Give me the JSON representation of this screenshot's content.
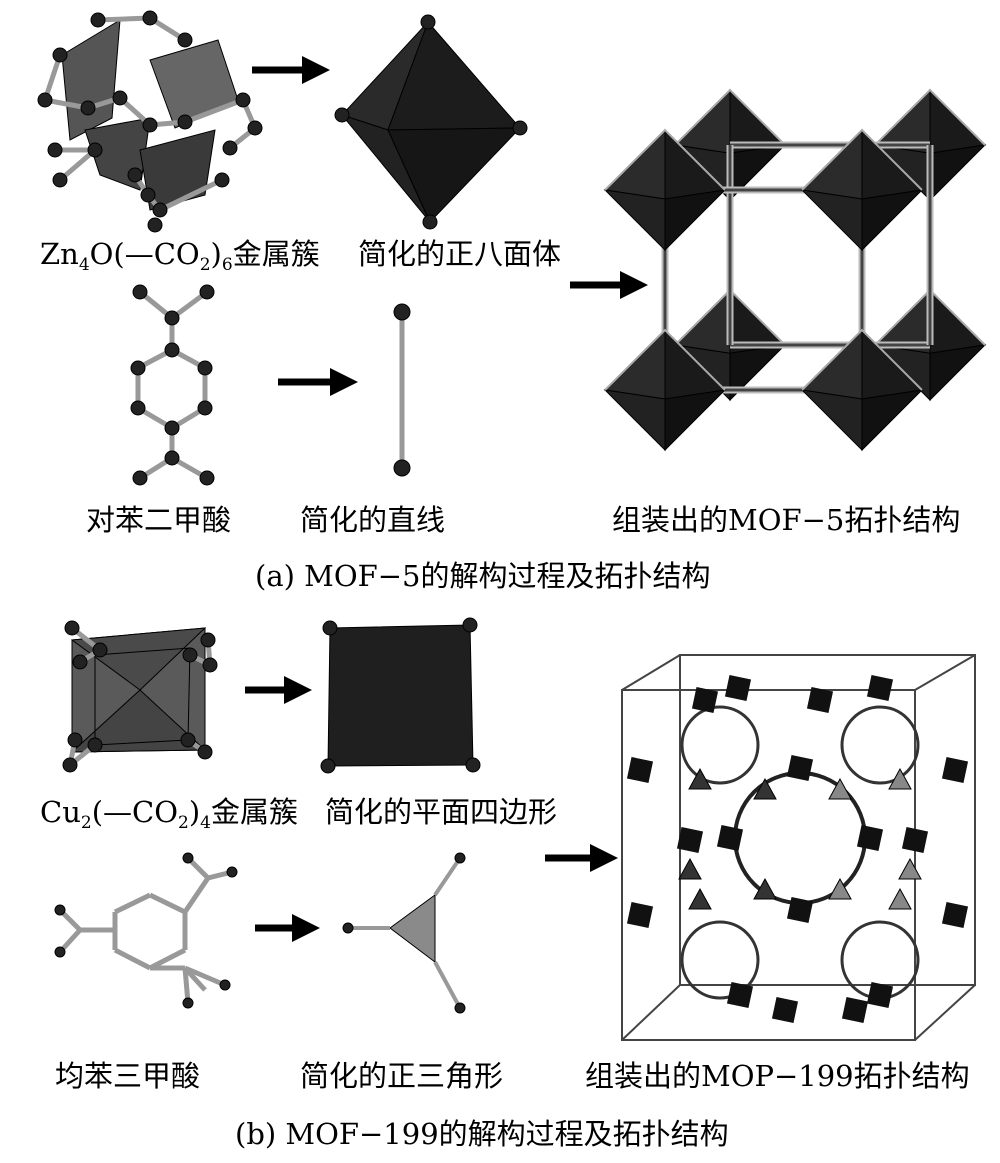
{
  "panel_a": {
    "cluster_label": {
      "pre": "Zn",
      "s1": "4",
      "mid": "O(—CO",
      "s2": "2",
      "post": ")",
      "s3": "6",
      "tail": "金属簇"
    },
    "octahedron_label": "简化的正八面体",
    "linker_label": "对苯二甲酸",
    "line_label": "简化的直线",
    "assembled_label": "组装出的MOF−5拓扑结构",
    "caption": "(a)  MOF−5的解构过程及拓扑结构"
  },
  "panel_b": {
    "cluster_label": {
      "pre": "Cu",
      "s1": "2",
      "mid": "(—CO",
      "s2": "2",
      "post": ")",
      "s3": "4",
      "tail": "金属簇"
    },
    "square_label": "简化的平面四边形",
    "linker_label": "均苯三甲酸",
    "triangle_label": "简化的正三角形",
    "assembled_label": "组装出的MOP−199拓扑结构",
    "caption": "(b)  MOF−199的解构过程及拓扑结构"
  },
  "colors": {
    "dark": "#1c1c1c",
    "mid": "#555555",
    "light": "#8a8a8a",
    "bond": "#999999"
  }
}
